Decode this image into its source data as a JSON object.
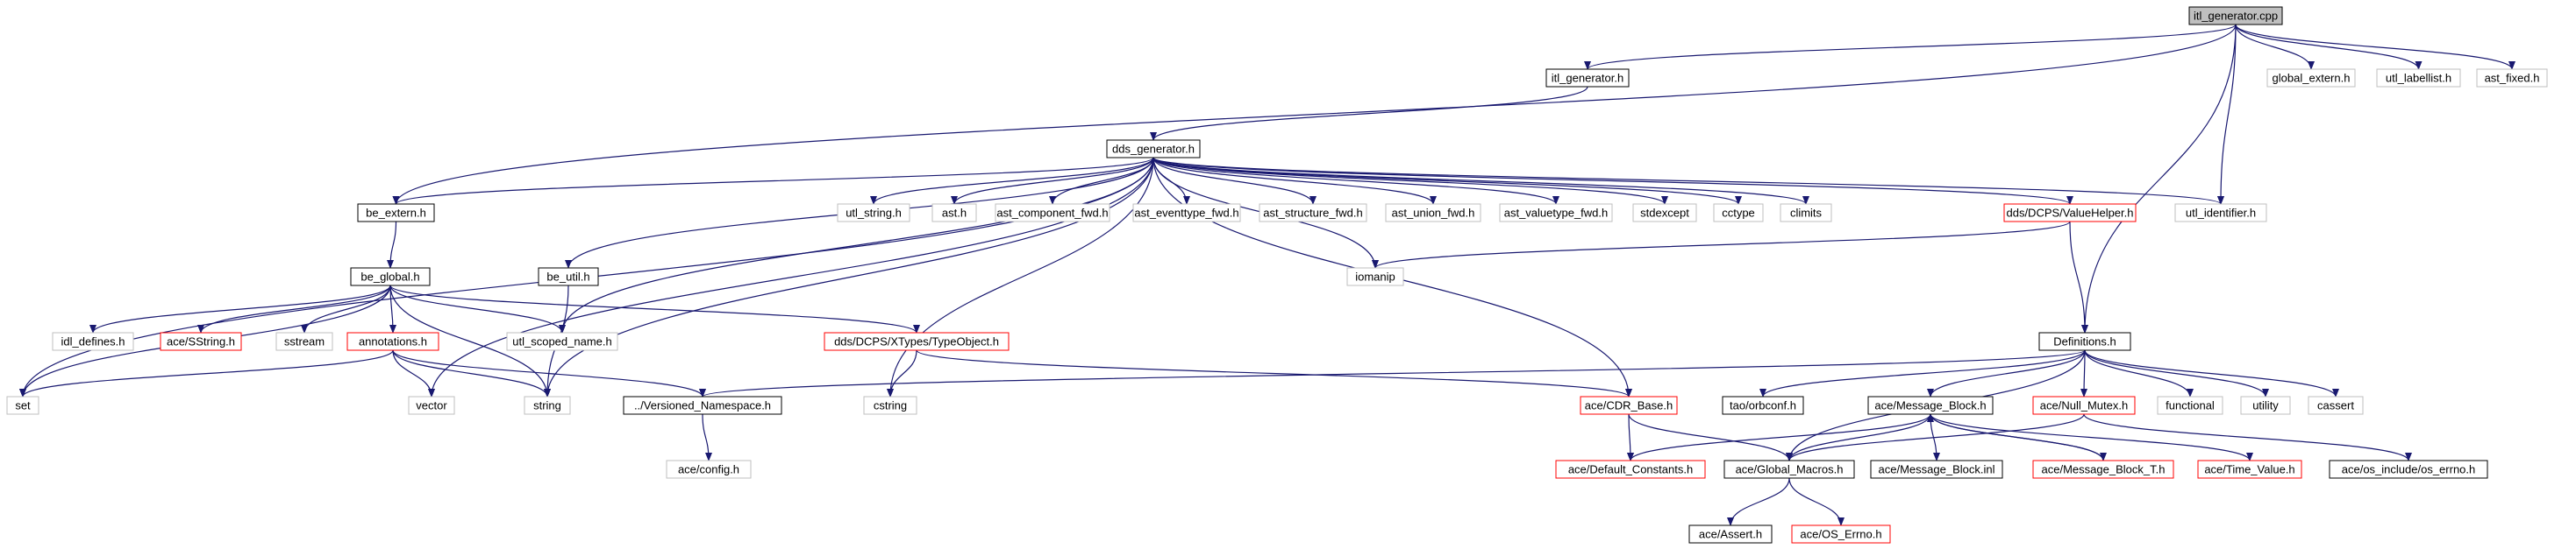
{
  "colors": {
    "edge": "#191970",
    "border_documented": "#000000",
    "border_undocumented": "#bfbfbf",
    "border_truncated": "#ff0000",
    "root_fill": "#bfbfbf",
    "node_fill": "#ffffff"
  },
  "nodes": [
    {
      "id": "itl_generator_cpp",
      "label": "itl_generator.cpp",
      "style": "root"
    },
    {
      "id": "itl_generator_h",
      "label": "itl_generator.h",
      "style": "documented"
    },
    {
      "id": "global_extern_h",
      "label": "global_extern.h",
      "style": "undocumented"
    },
    {
      "id": "utl_labellist_h",
      "label": "utl_labellist.h",
      "style": "undocumented"
    },
    {
      "id": "ast_fixed_h",
      "label": "ast_fixed.h",
      "style": "undocumented"
    },
    {
      "id": "dds_generator_h",
      "label": "dds_generator.h",
      "style": "documented"
    },
    {
      "id": "be_extern_h",
      "label": "be_extern.h",
      "style": "documented"
    },
    {
      "id": "utl_string_h",
      "label": "utl_string.h",
      "style": "undocumented"
    },
    {
      "id": "ast_h",
      "label": "ast.h",
      "style": "undocumented"
    },
    {
      "id": "ast_component_fwd_h",
      "label": "ast_component_fwd.h",
      "style": "undocumented"
    },
    {
      "id": "ast_eventtype_fwd_h",
      "label": "ast_eventtype_fwd.h",
      "style": "undocumented"
    },
    {
      "id": "ast_structure_fwd_h",
      "label": "ast_structure_fwd.h",
      "style": "undocumented"
    },
    {
      "id": "ast_union_fwd_h",
      "label": "ast_union_fwd.h",
      "style": "undocumented"
    },
    {
      "id": "ast_valuetype_fwd_h",
      "label": "ast_valuetype_fwd.h",
      "style": "undocumented"
    },
    {
      "id": "stdexcept",
      "label": "stdexcept",
      "style": "undocumented"
    },
    {
      "id": "cctype",
      "label": "cctype",
      "style": "undocumented"
    },
    {
      "id": "climits",
      "label": "climits",
      "style": "undocumented"
    },
    {
      "id": "valuehelper_h",
      "label": "dds/DCPS/ValueHelper.h",
      "style": "truncated"
    },
    {
      "id": "utl_identifier_h",
      "label": "utl_identifier.h",
      "style": "undocumented"
    },
    {
      "id": "be_global_h",
      "label": "be_global.h",
      "style": "documented"
    },
    {
      "id": "be_util_h",
      "label": "be_util.h",
      "style": "documented"
    },
    {
      "id": "iomanip",
      "label": "iomanip",
      "style": "undocumented"
    },
    {
      "id": "idl_defines_h",
      "label": "idl_defines.h",
      "style": "undocumented"
    },
    {
      "id": "ace_sstring_h",
      "label": "ace/SString.h",
      "style": "truncated"
    },
    {
      "id": "sstream",
      "label": "sstream",
      "style": "undocumented"
    },
    {
      "id": "annotations_h",
      "label": "annotations.h",
      "style": "truncated"
    },
    {
      "id": "utl_scoped_name_h",
      "label": "utl_scoped_name.h",
      "style": "undocumented"
    },
    {
      "id": "typeobject_h",
      "label": "dds/DCPS/XTypes/TypeObject.h",
      "style": "truncated"
    },
    {
      "id": "definitions_h",
      "label": "Definitions.h",
      "style": "documented"
    },
    {
      "id": "set",
      "label": "set",
      "style": "undocumented"
    },
    {
      "id": "vector",
      "label": "vector",
      "style": "undocumented"
    },
    {
      "id": "string",
      "label": "string",
      "style": "undocumented"
    },
    {
      "id": "versioned_namespace_h",
      "label": "../Versioned_Namespace.h",
      "style": "documented"
    },
    {
      "id": "cstring",
      "label": "cstring",
      "style": "undocumented"
    },
    {
      "id": "ace_cdr_base_h",
      "label": "ace/CDR_Base.h",
      "style": "truncated"
    },
    {
      "id": "tao_orbconf_h",
      "label": "tao/orbconf.h",
      "style": "documented"
    },
    {
      "id": "ace_message_block_h",
      "label": "ace/Message_Block.h",
      "style": "documented"
    },
    {
      "id": "ace_null_mutex_h",
      "label": "ace/Null_Mutex.h",
      "style": "truncated"
    },
    {
      "id": "functional",
      "label": "functional",
      "style": "undocumented"
    },
    {
      "id": "utility",
      "label": "utility",
      "style": "undocumented"
    },
    {
      "id": "cassert",
      "label": "cassert",
      "style": "undocumented"
    },
    {
      "id": "ace_config_h",
      "label": "ace/config.h",
      "style": "undocumented"
    },
    {
      "id": "ace_default_constants_h",
      "label": "ace/Default_Constants.h",
      "style": "truncated"
    },
    {
      "id": "ace_global_macros_h",
      "label": "ace/Global_Macros.h",
      "style": "documented"
    },
    {
      "id": "ace_message_block_inl",
      "label": "ace/Message_Block.inl",
      "style": "documented"
    },
    {
      "id": "ace_message_block_t_h",
      "label": "ace/Message_Block_T.h",
      "style": "truncated"
    },
    {
      "id": "ace_time_value_h",
      "label": "ace/Time_Value.h",
      "style": "truncated"
    },
    {
      "id": "os_errno_h",
      "label": "ace/os_include/os_errno.h",
      "style": "documented"
    },
    {
      "id": "ace_assert_h",
      "label": "ace/Assert.h",
      "style": "documented"
    },
    {
      "id": "ace_os_errno_h",
      "label": "ace/OS_Errno.h",
      "style": "truncated"
    }
  ],
  "edges": [
    [
      "itl_generator_cpp",
      "itl_generator_h"
    ],
    [
      "itl_generator_cpp",
      "global_extern_h"
    ],
    [
      "itl_generator_cpp",
      "utl_labellist_h"
    ],
    [
      "itl_generator_cpp",
      "ast_fixed_h"
    ],
    [
      "itl_generator_cpp",
      "be_extern_h"
    ],
    [
      "itl_generator_cpp",
      "utl_identifier_h"
    ],
    [
      "itl_generator_cpp",
      "definitions_h"
    ],
    [
      "itl_generator_h",
      "dds_generator_h"
    ],
    [
      "dds_generator_h",
      "be_extern_h"
    ],
    [
      "dds_generator_h",
      "utl_string_h"
    ],
    [
      "dds_generator_h",
      "ast_h"
    ],
    [
      "dds_generator_h",
      "ast_component_fwd_h"
    ],
    [
      "dds_generator_h",
      "ast_eventtype_fwd_h"
    ],
    [
      "dds_generator_h",
      "ast_structure_fwd_h"
    ],
    [
      "dds_generator_h",
      "ast_union_fwd_h"
    ],
    [
      "dds_generator_h",
      "ast_valuetype_fwd_h"
    ],
    [
      "dds_generator_h",
      "stdexcept"
    ],
    [
      "dds_generator_h",
      "cctype"
    ],
    [
      "dds_generator_h",
      "climits"
    ],
    [
      "dds_generator_h",
      "valuehelper_h"
    ],
    [
      "dds_generator_h",
      "utl_identifier_h"
    ],
    [
      "dds_generator_h",
      "be_util_h"
    ],
    [
      "dds_generator_h",
      "iomanip"
    ],
    [
      "dds_generator_h",
      "utl_scoped_name_h"
    ],
    [
      "dds_generator_h",
      "set"
    ],
    [
      "dds_generator_h",
      "vector"
    ],
    [
      "dds_generator_h",
      "string"
    ],
    [
      "dds_generator_h",
      "cstring"
    ],
    [
      "dds_generator_h",
      "ace_cdr_base_h"
    ],
    [
      "be_extern_h",
      "be_global_h"
    ],
    [
      "be_global_h",
      "idl_defines_h"
    ],
    [
      "be_global_h",
      "ace_sstring_h"
    ],
    [
      "be_global_h",
      "sstream"
    ],
    [
      "be_global_h",
      "annotations_h"
    ],
    [
      "be_global_h",
      "utl_scoped_name_h"
    ],
    [
      "be_global_h",
      "typeobject_h"
    ],
    [
      "be_global_h",
      "set"
    ],
    [
      "be_global_h",
      "string"
    ],
    [
      "annotations_h",
      "set"
    ],
    [
      "annotations_h",
      "vector"
    ],
    [
      "annotations_h",
      "string"
    ],
    [
      "annotations_h",
      "versioned_namespace_h"
    ],
    [
      "be_util_h",
      "string"
    ],
    [
      "valuehelper_h",
      "iomanip"
    ],
    [
      "valuehelper_h",
      "definitions_h"
    ],
    [
      "typeobject_h",
      "cstring"
    ],
    [
      "typeobject_h",
      "ace_cdr_base_h"
    ],
    [
      "definitions_h",
      "versioned_namespace_h"
    ],
    [
      "definitions_h",
      "tao_orbconf_h"
    ],
    [
      "definitions_h",
      "ace_message_block_h"
    ],
    [
      "definitions_h",
      "ace_null_mutex_h"
    ],
    [
      "definitions_h",
      "functional"
    ],
    [
      "definitions_h",
      "utility"
    ],
    [
      "definitions_h",
      "cassert"
    ],
    [
      "definitions_h",
      "ace_global_macros_h"
    ],
    [
      "versioned_namespace_h",
      "ace_config_h"
    ],
    [
      "ace_cdr_base_h",
      "ace_default_constants_h"
    ],
    [
      "ace_cdr_base_h",
      "ace_global_macros_h"
    ],
    [
      "ace_message_block_h",
      "ace_default_constants_h"
    ],
    [
      "ace_message_block_h",
      "ace_global_macros_h"
    ],
    [
      "ace_message_block_h",
      "ace_message_block_inl"
    ],
    [
      "ace_message_block_h",
      "ace_message_block_t_h"
    ],
    [
      "ace_message_block_h",
      "ace_time_value_h"
    ],
    [
      "ace_message_block_t_h",
      "ace_message_block_h"
    ],
    [
      "ace_null_mutex_h",
      "ace_global_macros_h"
    ],
    [
      "ace_null_mutex_h",
      "os_errno_h"
    ],
    [
      "ace_global_macros_h",
      "ace_assert_h"
    ],
    [
      "ace_global_macros_h",
      "ace_os_errno_h"
    ]
  ]
}
